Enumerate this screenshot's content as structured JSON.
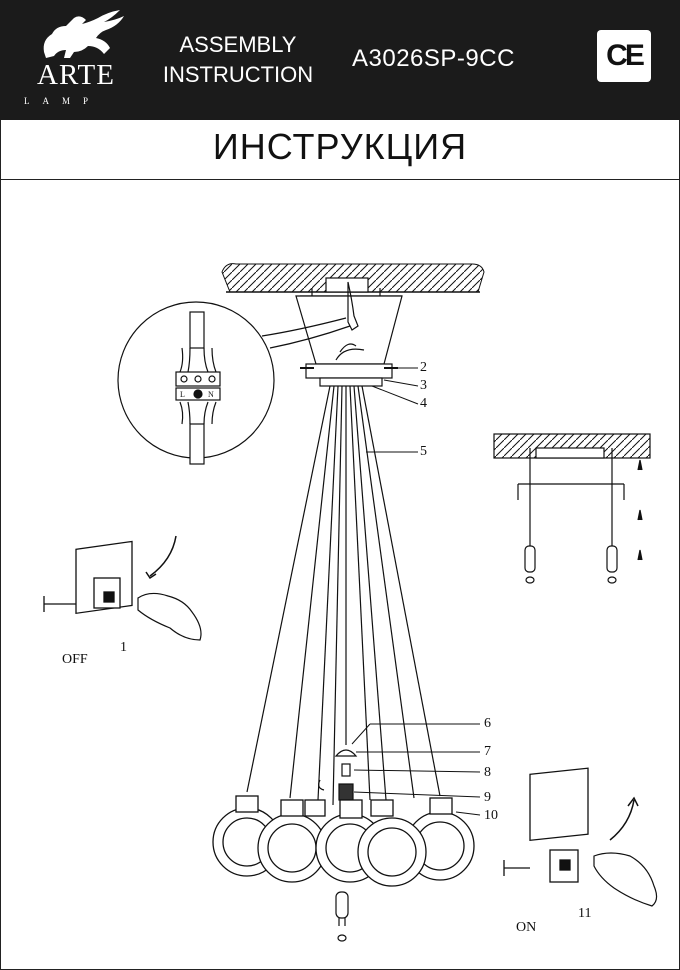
{
  "header": {
    "brand_name": "ARTE",
    "brand_sub": "LAMP",
    "doc_type": "ASSEMBLY INSTRUCTION",
    "model": "A3026SP-9CC",
    "ce_mark": "CE",
    "background": "#1b1b1b"
  },
  "title": "ИНСТРУКЦИЯ",
  "callouts": [
    "2",
    "3",
    "4",
    "5",
    "6",
    "7",
    "8",
    "9",
    "10"
  ],
  "switch_off": {
    "state": "OFF",
    "step": "1"
  },
  "switch_on": {
    "state": "ON",
    "step": "11"
  },
  "terminal_block_labels": [
    "L",
    "⏚",
    "N"
  ],
  "icons": [
    "lion-logo-icon",
    "ce-mark-icon",
    "wall-switch-icon",
    "hand-icon",
    "rotate-arrow-icon",
    "bulb-icon",
    "rotate-direction-icon"
  ]
}
